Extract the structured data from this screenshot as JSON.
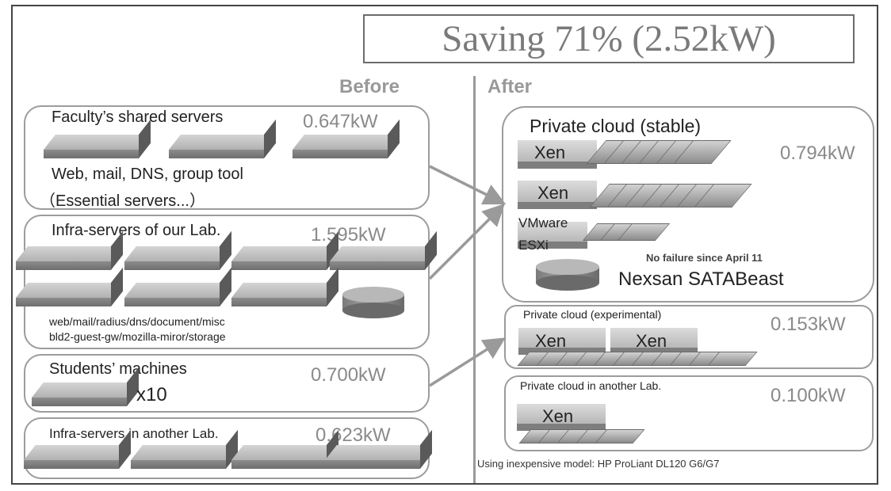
{
  "saving_title": "Saving 71% (2.52kW)",
  "before_label": "Before",
  "after_label": "After",
  "before": {
    "faculty": {
      "title": "Faculty’s shared servers",
      "power": "0.647kW",
      "desc1": "Web, mail, DNS, group tool",
      "desc2": "（Essential servers...）"
    },
    "infra": {
      "title": "Infra-servers of our Lab.",
      "power": "1.595kW",
      "desc1": "web/mail/radius/dns/document/misc",
      "desc2": "bld2-guest-gw/mozilla-miror/storage"
    },
    "students": {
      "title": "Students’ machines",
      "power": "0.700kW",
      "count": "x10"
    },
    "another": {
      "title": "Infra-servers in another Lab.",
      "power": "0.623kW"
    }
  },
  "after": {
    "stable": {
      "title": "Private cloud (stable)",
      "power": "0.794kW",
      "host1": "Xen",
      "host2": "Xen",
      "vmware": "VMware",
      "esxi": "ESXi",
      "note": "No failure since April 11",
      "storage": "Nexsan SATABeast"
    },
    "experimental": {
      "title": "Private cloud (experimental)",
      "power": "0.153kW",
      "host1": "Xen",
      "host2": "Xen"
    },
    "another": {
      "title": "Private cloud in another Lab.",
      "power": "0.100kW",
      "host": "Xen"
    },
    "footnote": "Using inexpensive model: HP ProLiant DL120 G6/G7"
  }
}
